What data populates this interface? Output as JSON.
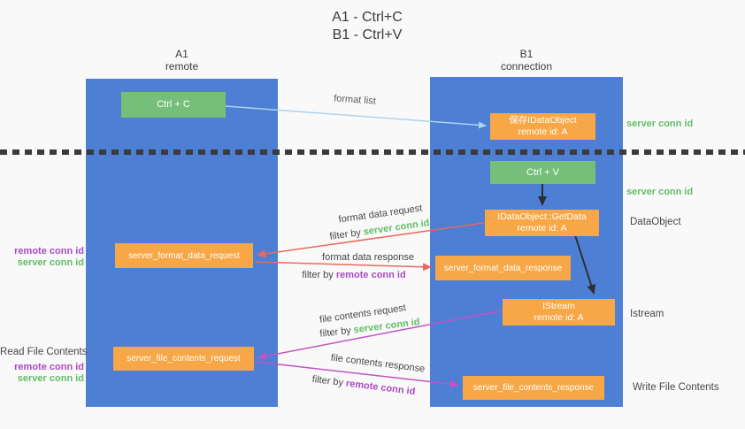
{
  "title": {
    "line1": "A1 - Ctrl+C",
    "line2": "B1 - Ctrl+V"
  },
  "lanes": {
    "left": {
      "title": "A1",
      "subtitle": "remote"
    },
    "right": {
      "title": "B1",
      "subtitle": "connection"
    }
  },
  "nodes": {
    "ctrl_c": {
      "label": "Ctrl + C"
    },
    "ctrl_v": {
      "label": "Ctrl + V"
    },
    "save_idataobject": {
      "line1": "保存IDataObject",
      "line2": "remote id: A"
    },
    "getdata": {
      "line1": "IDataObject::GetData",
      "line2": "remote id: A"
    },
    "istream": {
      "line1": "IStream",
      "line2": "remote id: A"
    },
    "server_format_data_request": {
      "label": "server_format_data_request"
    },
    "server_format_data_response": {
      "label": "server_format_data_response"
    },
    "server_file_contents_request": {
      "label": "server_file_contents_request"
    },
    "server_file_contents_response": {
      "label": "server_file_contents_response"
    }
  },
  "side_labels": {
    "server_conn_id_top_right": "server conn id",
    "server_conn_id_mid_right": "server conn id",
    "dataobject": "DataObject",
    "istream": "Istream",
    "write_file_contents": "Write File Contents",
    "read_file_contents": "Read File Contents",
    "remote_conn_id_left_1": "remote conn id",
    "server_conn_id_left_1": "server conn id",
    "remote_conn_id_left_2": "remote conn id",
    "server_conn_id_left_2": "server conn id"
  },
  "arrow_labels": {
    "format_list": "format list",
    "format_data_request": "format data request",
    "format_data_response": "format data response",
    "file_contents_request": "file contents request",
    "file_contents_response": "file contents response",
    "filter_by": "filter by ",
    "server_conn_id": "server conn id",
    "remote_conn_id": "remote conn id"
  },
  "colors": {
    "lane_blue": "#4d7fd4",
    "node_green": "#76bf7a",
    "node_orange": "#f8a746",
    "conn_id_green": "#62bd66",
    "conn_id_purple": "#ab4ac2",
    "arrow_red": "#ed685c",
    "arrow_magenta": "#c353c3",
    "arrow_light_blue": "#aed3f0",
    "arrow_black": "#2f2f2f",
    "separator_dark": "#3b3b3b"
  }
}
